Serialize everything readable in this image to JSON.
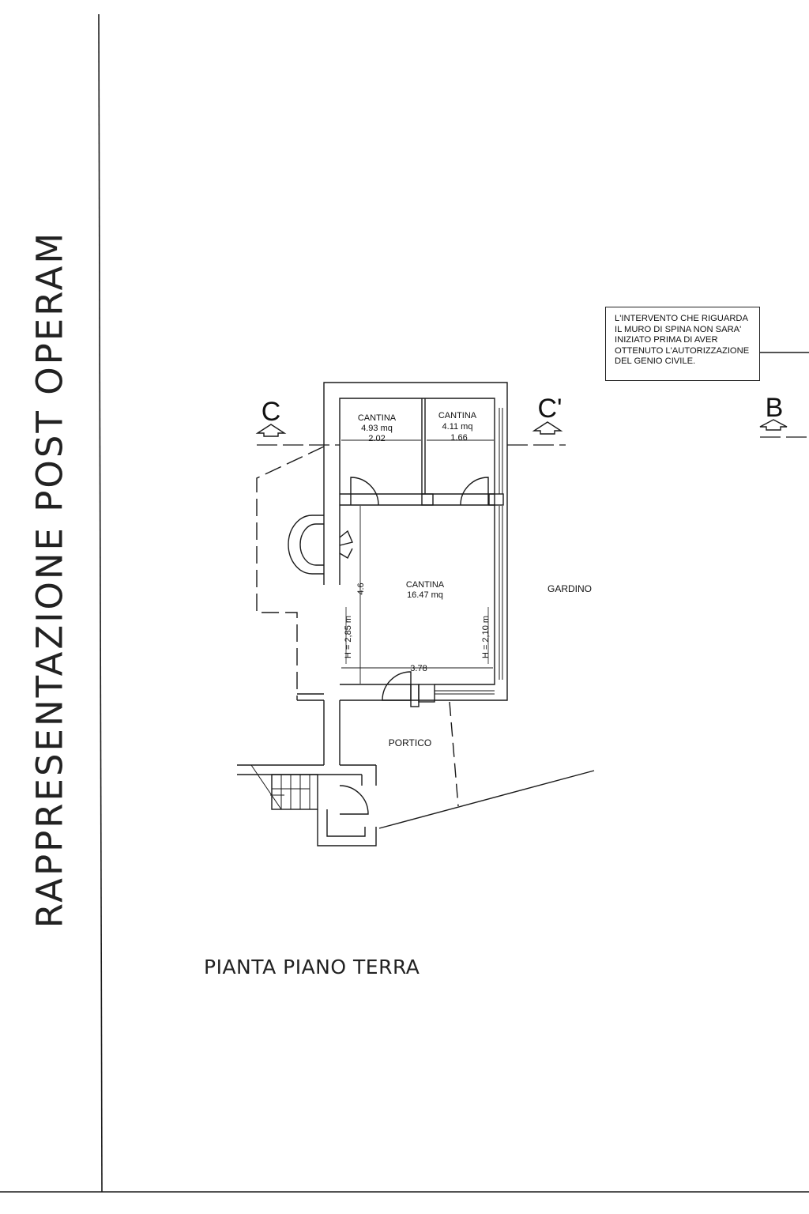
{
  "sheet": {
    "side_title": "RAPPRESENTAZIONE POST OPERAM",
    "plan_title": "PIANTA PIANO TERRA"
  },
  "note": {
    "lines": [
      "L'INTERVENTO CHE RIGUARDA",
      "IL MURO DI SPINA NON SARA'",
      "INIZIATO PRIMA DI AVER",
      "OTTENUTO L'AUTORIZZAZIONE",
      "DEL GENIO CIVILE."
    ]
  },
  "sections": {
    "c_left": "C",
    "c_right": "C'",
    "b_right": "B"
  },
  "rooms": {
    "cantina_left": {
      "name": "CANTINA",
      "area": "4.93 mq",
      "width": "2.02"
    },
    "cantina_right": {
      "name": "CANTINA",
      "area": "4.11 mq",
      "width": "1.66"
    },
    "cantina_main": {
      "name": "CANTINA",
      "area": "16.47 mq",
      "width": "3.78",
      "depth": "4.6"
    },
    "heights": {
      "left": "H = 2,85 m",
      "right": "H = 2,10 m"
    },
    "portico": "PORTICO",
    "gardino": "GARDINO"
  }
}
